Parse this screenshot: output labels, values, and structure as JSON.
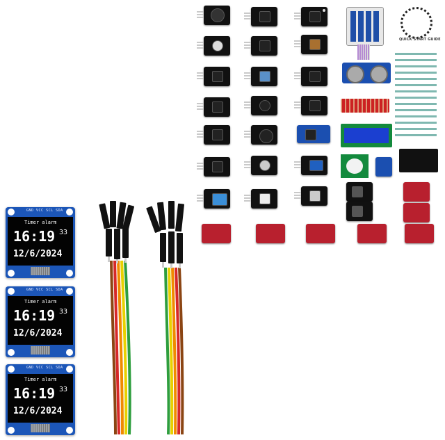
{
  "oled_display": {
    "header_pins": "GND VCC SCL SDA",
    "label": "Timer alarm",
    "time_hm": "16:19",
    "time_sec": "33",
    "date": "12/6/2024"
  },
  "guide": {
    "title": "QUICK START GUIDE"
  },
  "colors": {
    "pcb_blue": "#1c56b8",
    "module_black": "#111111",
    "module_red": "#b8202e",
    "wire_colors": [
      "#8b4513",
      "#d62828",
      "#f08a00",
      "#e8d100",
      "#2e9e3e"
    ]
  }
}
